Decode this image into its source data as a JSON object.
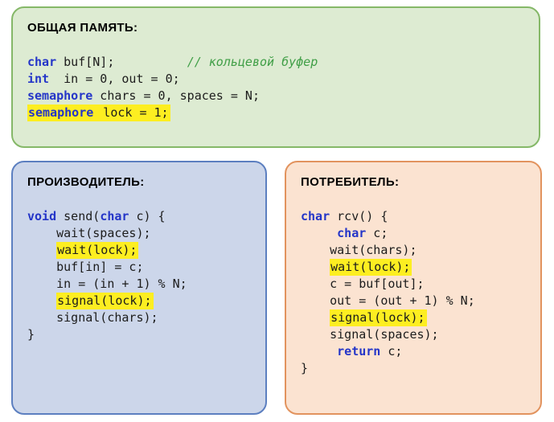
{
  "colors": {
    "keyword": "#2435c8",
    "comment": "#3f9e46",
    "highlight": "#fdee21",
    "text": "#1c1c1c",
    "shared-bg": "#ddebd2",
    "shared-border": "#85b868",
    "producer-bg": "#ccd6ea",
    "producer-border": "#5c7fc0",
    "consumer-bg": "#fbe3d1",
    "consumer-border": "#e2935e"
  },
  "panels": {
    "shared": {
      "title": "ОБЩАЯ ПАМЯТЬ:",
      "code": [
        {
          "segs": [
            {
              "t": "char",
              "c": "kw"
            },
            {
              "t": " buf[N];          "
            },
            {
              "t": "// кольцевой буфер",
              "c": "cm"
            }
          ]
        },
        {
          "segs": [
            {
              "t": "int",
              "c": "kw"
            },
            {
              "t": "  in = 0, out = 0;"
            }
          ]
        },
        {
          "segs": [
            {
              "t": "semaphore",
              "c": "kw"
            },
            {
              "t": " chars = 0, spaces = N;"
            }
          ]
        },
        {
          "segs": [
            {
              "t": "semaphore",
              "c": "kw",
              "h": true
            },
            {
              "t": " lock = 1;",
              "h": true
            }
          ]
        }
      ]
    },
    "producer": {
      "title": "ПРОИЗВОДИТЕЛЬ:",
      "code": [
        {
          "segs": [
            {
              "t": "void",
              "c": "kw"
            },
            {
              "t": " send("
            },
            {
              "t": "char",
              "c": "kw"
            },
            {
              "t": " c) {"
            }
          ]
        },
        {
          "segs": [
            {
              "t": "    wait(spaces);"
            }
          ]
        },
        {
          "segs": [
            {
              "t": "    "
            },
            {
              "t": "wait(lock);",
              "h": true
            }
          ]
        },
        {
          "segs": [
            {
              "t": "    buf[in] = c;"
            }
          ]
        },
        {
          "segs": [
            {
              "t": "    in = (in + 1) % N;"
            }
          ]
        },
        {
          "segs": [
            {
              "t": "    "
            },
            {
              "t": "signal(lock);",
              "h": true
            }
          ]
        },
        {
          "segs": [
            {
              "t": "    signal(chars);"
            }
          ]
        },
        {
          "segs": [
            {
              "t": "}"
            }
          ]
        }
      ]
    },
    "consumer": {
      "title": "ПОТРЕБИТЕЛЬ:",
      "code": [
        {
          "segs": [
            {
              "t": "char",
              "c": "kw"
            },
            {
              "t": " rcv() {"
            }
          ]
        },
        {
          "segs": [
            {
              "t": "     "
            },
            {
              "t": "char",
              "c": "kw"
            },
            {
              "t": " c;"
            }
          ]
        },
        {
          "segs": [
            {
              "t": "    wait(chars);"
            }
          ]
        },
        {
          "segs": [
            {
              "t": "    "
            },
            {
              "t": "wait(lock);",
              "h": true
            }
          ]
        },
        {
          "segs": [
            {
              "t": "    c = buf[out];"
            }
          ]
        },
        {
          "segs": [
            {
              "t": "    out = (out + 1) % N;"
            }
          ]
        },
        {
          "segs": [
            {
              "t": "    "
            },
            {
              "t": "signal(lock);",
              "h": true
            }
          ]
        },
        {
          "segs": [
            {
              "t": "    signal(spaces);"
            }
          ]
        },
        {
          "segs": [
            {
              "t": "     "
            },
            {
              "t": "return",
              "c": "kw"
            },
            {
              "t": " c;"
            }
          ]
        },
        {
          "segs": [
            {
              "t": "}"
            }
          ]
        }
      ]
    }
  }
}
